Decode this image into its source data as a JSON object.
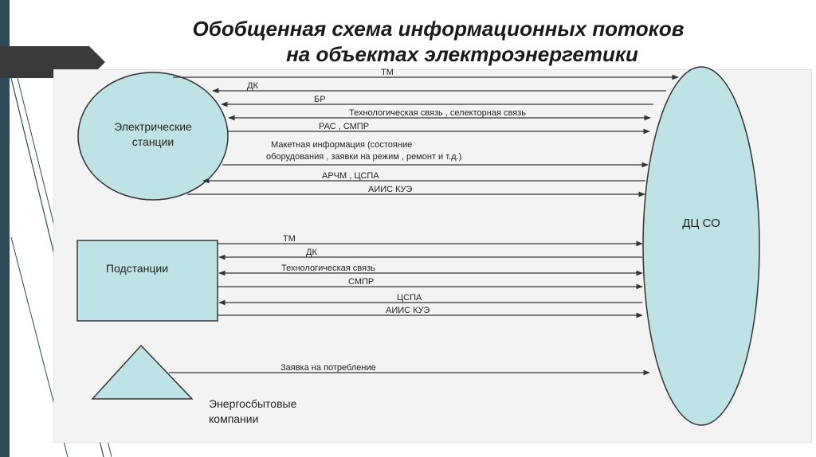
{
  "slide": {
    "title_line_1": "Обобщенная схема информационных потоков",
    "title_line_2": "на объектах электроэнергетики"
  },
  "colors": {
    "shape_fill": "#bfe3e5",
    "stroke": "#333333",
    "panel": "#f3f3f3",
    "sidebar": "#2f4a5a"
  },
  "nodes": {
    "stations_line_1": "Электрические",
    "stations_line_2": "станции",
    "substations": "Подстанции",
    "sales_line_1": "Энергосбытовые",
    "sales_line_2": "компании",
    "dc": "ДЦ СО"
  },
  "flows": {
    "stations": [
      {
        "label": "ТМ",
        "direction": "to-dc"
      },
      {
        "label": "ДК",
        "direction": "to-source"
      },
      {
        "label": "БР",
        "direction": "to-source"
      },
      {
        "label": "Технологическая  связь , селекторная  связь",
        "direction": "both"
      },
      {
        "label": "РАС , СМПР",
        "direction": "to-dc"
      },
      {
        "label": "Макетная  информация  (состояние",
        "label_line_2": "оборудования  ,  заявки на режим , ремонт  и т.д.)",
        "direction": "to-dc"
      },
      {
        "label": "АРЧМ , ЦСПА",
        "direction": "to-source"
      },
      {
        "label": "АИИС КУЭ",
        "direction": "to-dc"
      }
    ],
    "substations": [
      {
        "label": "ТМ",
        "direction": "to-dc"
      },
      {
        "label": "ДК",
        "direction": "to-source"
      },
      {
        "label": "Технологическая  связь",
        "direction": "both"
      },
      {
        "label": "СМПР",
        "direction": "to-dc"
      },
      {
        "label": "ЦСПА",
        "direction": "to-source"
      },
      {
        "label": "АИИС  КУЭ",
        "direction": "to-dc"
      }
    ],
    "sales": [
      {
        "label": "Заявка  на потребление",
        "direction": "to-dc"
      }
    ]
  }
}
